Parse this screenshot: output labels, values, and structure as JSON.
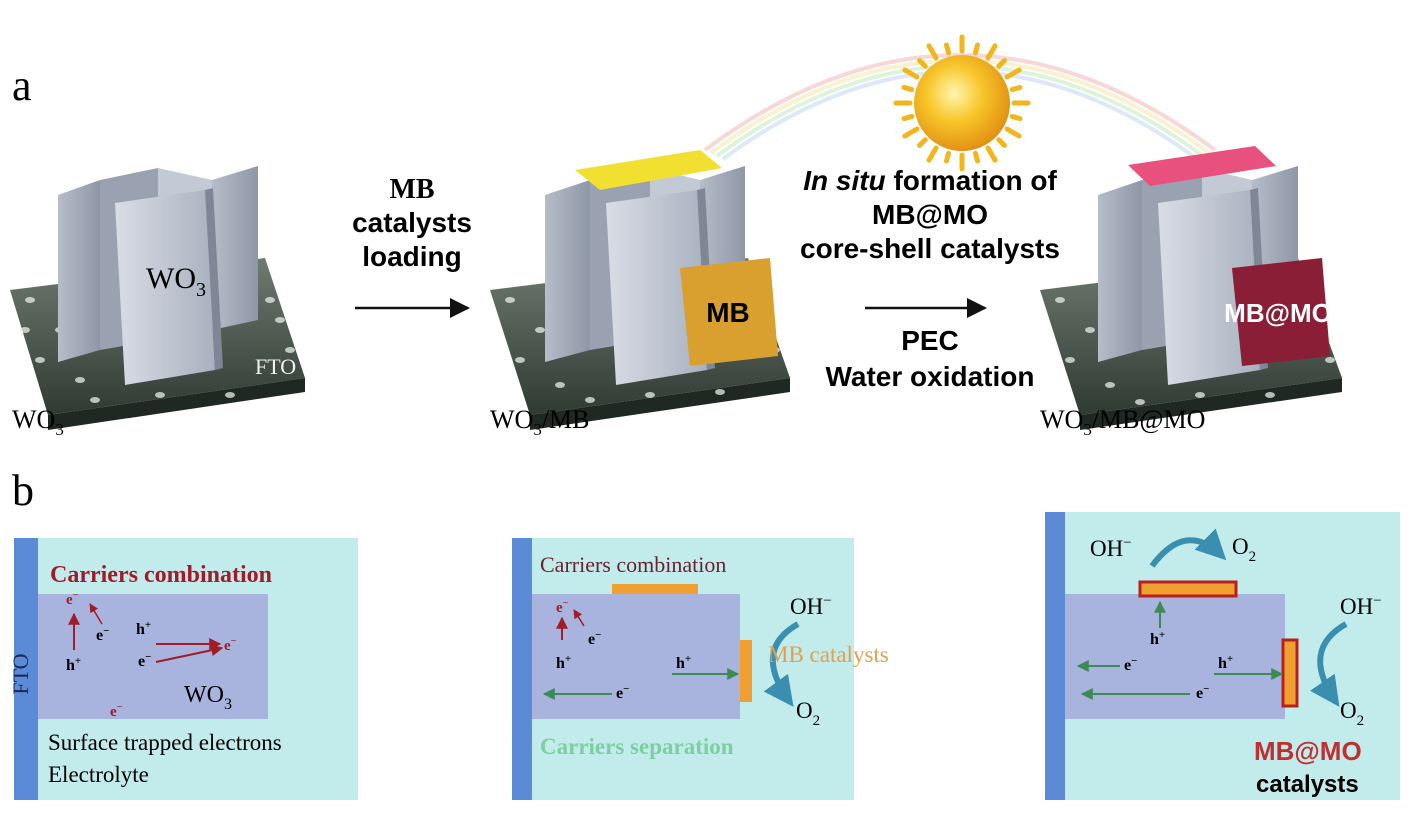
{
  "panel_a": {
    "label": "a",
    "stages": [
      {
        "wo3_label": "WO",
        "wo3_sub": "3",
        "fto_label": "FTO",
        "caption_main": "WO",
        "caption_sub": "3",
        "caption_rest": ""
      },
      {
        "catalyst_label": "MB",
        "caption_main": "WO",
        "caption_sub": "3",
        "caption_rest": "/MB"
      },
      {
        "catalyst_label": "MB@MO",
        "caption_main": "WO",
        "caption_sub": "3",
        "caption_rest": "/MB@MO"
      }
    ],
    "arrow1": {
      "line1": "MB",
      "line2": "catalysts",
      "line3": "loading"
    },
    "arrow2": {
      "above_italic": "In situ",
      "above_rest": " formation of",
      "above_line2": "MB@MO",
      "above_line3": "core-shell catalysts",
      "below_line1": "PEC",
      "below_line2": "Water oxidation"
    },
    "colors": {
      "mb": "#d9a030",
      "mb_top": "#f2e030",
      "mbmo": "#8a1e36",
      "mbmo_top": "#e8507e",
      "sun": "#f2b51c"
    }
  },
  "panel_b": {
    "label": "b",
    "fto": "FTO",
    "left": {
      "title": "Carriers combination",
      "e": "e",
      "e_sup": "−",
      "h": "h",
      "h_sup": "+",
      "wo3_main": "WO",
      "wo3_sub": "3",
      "surface": "Surface trapped electrons",
      "electrolyte": "Electrolyte"
    },
    "middle": {
      "title": "Carriers combination",
      "oh": "OH",
      "oh_sup": "−",
      "mb_catalysts": "MB catalysts",
      "o2_main": "O",
      "o2_sub": "2",
      "separation": "Carriers separation",
      "e": "e",
      "e_sup": "−",
      "h": "h",
      "h_sup": "+"
    },
    "right": {
      "oh": "OH",
      "oh_sup": "−",
      "o2_main": "O",
      "o2_sub": "2",
      "mbmo": "MB@MO",
      "catalysts": "catalysts",
      "e": "e",
      "e_sup": "−",
      "h": "h",
      "h_sup": "+"
    },
    "colors": {
      "electrolyte": "#c2ecec",
      "wo3": "#a9b4de",
      "fto": "#5b8ad6",
      "red": "#a01c2a",
      "green": "#3e8a56",
      "mb": "#f0a030",
      "mbmo_border": "#b82020"
    }
  }
}
